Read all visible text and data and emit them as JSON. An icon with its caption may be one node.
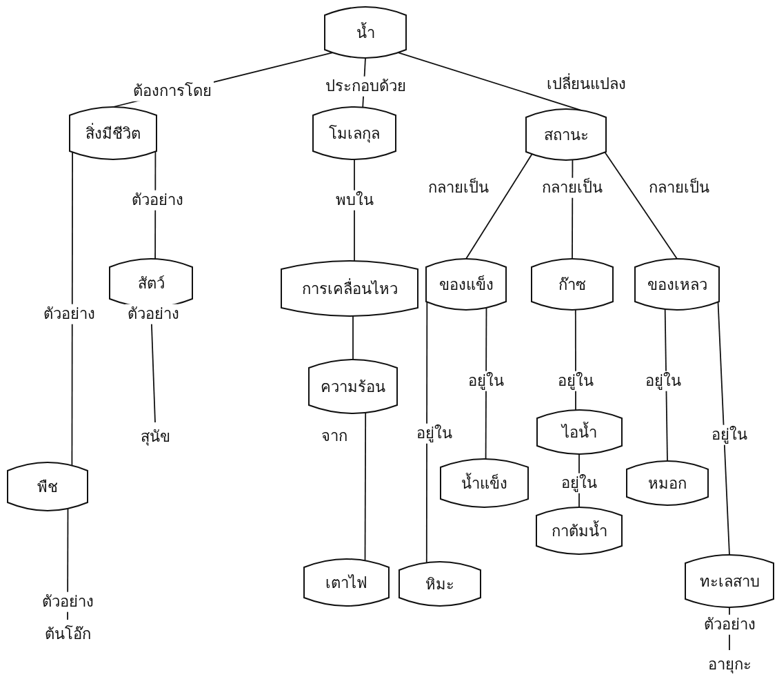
{
  "diagram": {
    "nodes": [
      {
        "text": [
          "น้ำ"
        ]
      },
      {
        "text": [
          "สิ่งมีชีวิต"
        ]
      },
      {
        "text": [
          "โมเลกุล"
        ]
      },
      {
        "text": [
          "สถานะ"
        ]
      },
      {
        "text": [
          "สัตว์"
        ]
      },
      {
        "text": [
          "การเคลื่อนไหว"
        ]
      },
      {
        "text": [
          "ของแข็ง"
        ]
      },
      {
        "text": [
          "ก๊าซ"
        ]
      },
      {
        "text": [
          "ของเหลว"
        ]
      },
      {
        "text": [
          "ความร้อน"
        ]
      },
      {
        "text": [
          "สุนัข"
        ]
      },
      {
        "text": [
          "ไอน้ำ"
        ]
      },
      {
        "text": [
          "พืช"
        ]
      },
      {
        "text": [
          "น้ำแข็ง"
        ]
      },
      {
        "text": [
          "หมอก"
        ]
      },
      {
        "text": [
          "กาต้มน้ำ"
        ]
      },
      {
        "text": [
          "เตาไฟ"
        ]
      },
      {
        "text": [
          "หิมะ"
        ]
      },
      {
        "text": [
          "ทะเลสาบ"
        ]
      },
      {
        "text": [
          "ต้นโอ๊ก"
        ]
      },
      {
        "text": [
          "อายุกะ"
        ]
      }
    ],
    "edges": [
      {
        "from": 0,
        "to": 1,
        "arrow": "none",
        "label": "ต้องการโดย"
      },
      {
        "from": 0,
        "to": 2,
        "arrow": "none",
        "label": "ประกอบด้วย"
      },
      {
        "from": 0,
        "to": 3,
        "arrow": "none",
        "label": "เปลี่ยนแปลง"
      },
      {
        "from": 1,
        "to": 4,
        "arrow": "none",
        "label": "ตัวอย่าง"
      },
      {
        "from": 1,
        "to": 12,
        "arrow": "none",
        "label": "ตัวอย่าง"
      },
      {
        "from": 4,
        "to": 10,
        "arrow": "none",
        "label": "ตัวอย่าง"
      },
      {
        "from": 12,
        "to": 19,
        "arrow": "none",
        "label": "ตัวอย่าง"
      },
      {
        "from": 2,
        "to": 5,
        "arrow": "none",
        "label": "พบใน"
      },
      {
        "from": 5,
        "to": 9,
        "arrow": "none"
      },
      {
        "from": 9,
        "to": 16,
        "arrow": "none",
        "label": "จาก"
      },
      {
        "from": 3,
        "to": 6,
        "arrow": "none",
        "label": "กลายเป็น"
      },
      {
        "from": 3,
        "to": 7,
        "arrow": "none",
        "label": "กลายเป็น"
      },
      {
        "from": 3,
        "to": 8,
        "arrow": "none",
        "label": "กลายเป็น"
      },
      {
        "from": 6,
        "to": 13,
        "arrow": "none",
        "label": "อยู่ใน"
      },
      {
        "from": 6,
        "to": 17,
        "arrow": "none",
        "label": "อยู่ใน"
      },
      {
        "from": 7,
        "to": 11,
        "arrow": "none",
        "label": "อยู่ใน"
      },
      {
        "from": 11,
        "to": 15,
        "arrow": "none",
        "label": "อยู่ใน"
      },
      {
        "from": 8,
        "to": 14,
        "arrow": "none",
        "label": "อยู่ใน"
      },
      {
        "from": 8,
        "to": 18,
        "arrow": "none",
        "label": "อยู่ใน"
      },
      {
        "from": 18,
        "to": 20,
        "arrow": "none",
        "label": "ตัวอย่าง"
      }
    ]
  }
}
